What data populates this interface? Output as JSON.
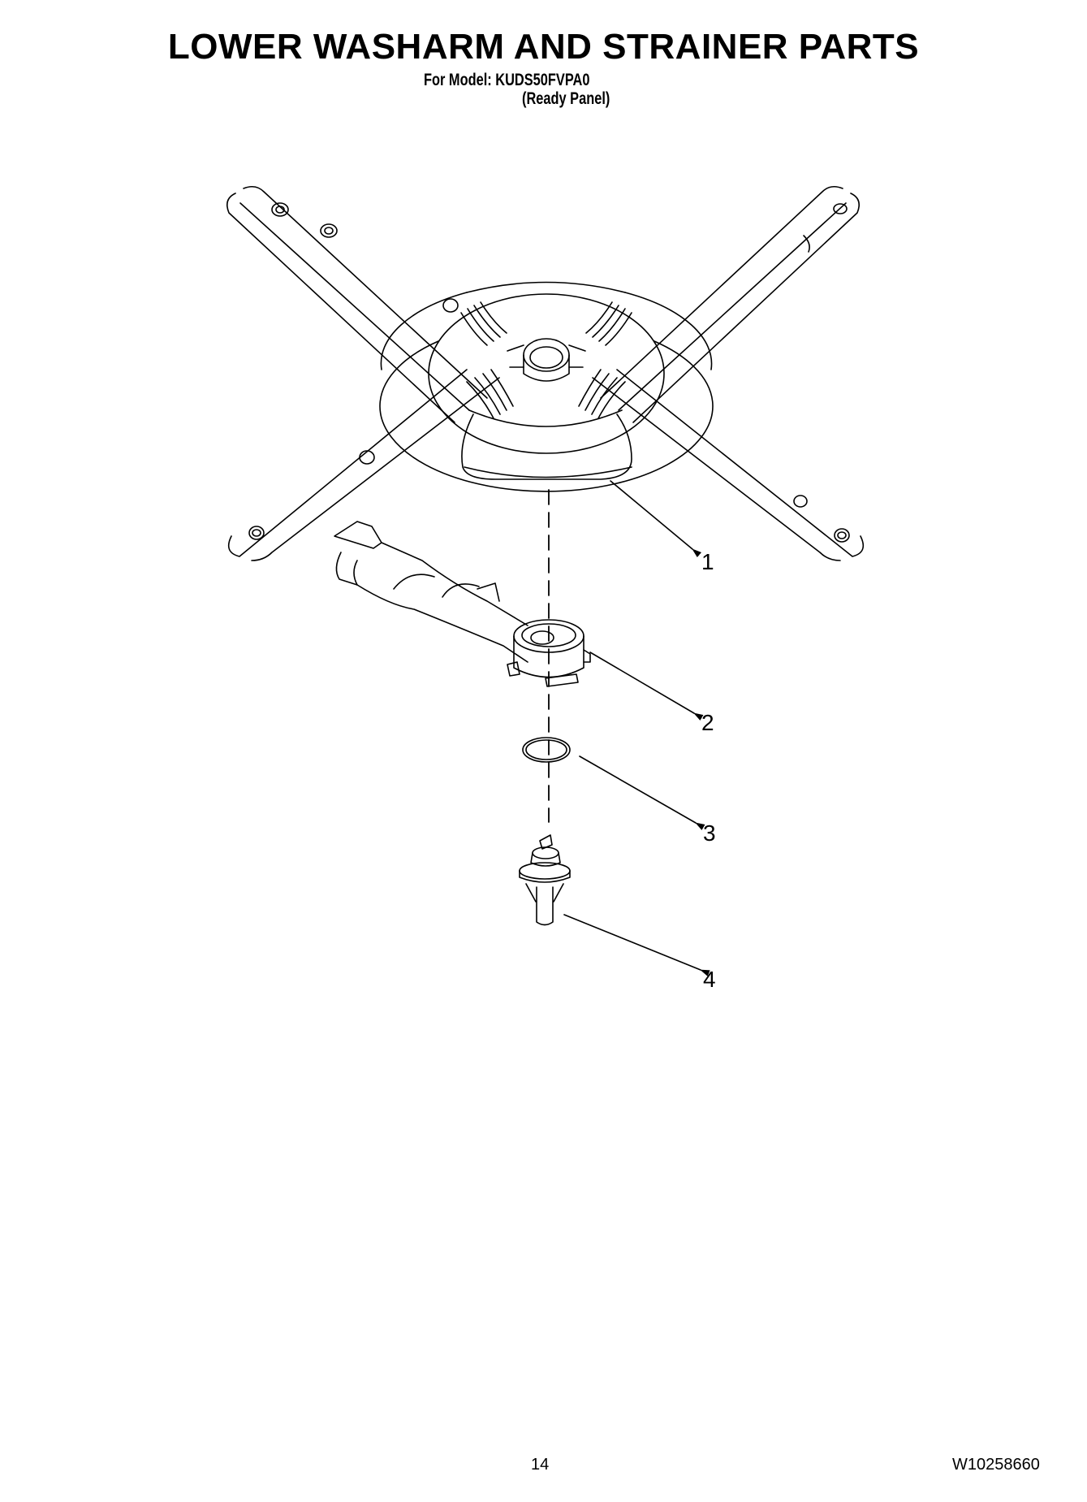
{
  "header": {
    "title": "LOWER WASHARM AND STRAINER PARTS",
    "model_line": "For Model: KUDS50FVPA0",
    "model_variant": "(Ready Panel)"
  },
  "diagram": {
    "callouts": [
      {
        "number": "1",
        "part": "lower-washarm"
      },
      {
        "number": "2",
        "part": "strainer-manifold"
      },
      {
        "number": "3",
        "part": "o-ring"
      },
      {
        "number": "4",
        "part": "washarm-mount-nozzle"
      }
    ],
    "line_color": "#000000",
    "background": "#ffffff"
  },
  "footer": {
    "page_number": "14",
    "document_number": "W10258660"
  }
}
